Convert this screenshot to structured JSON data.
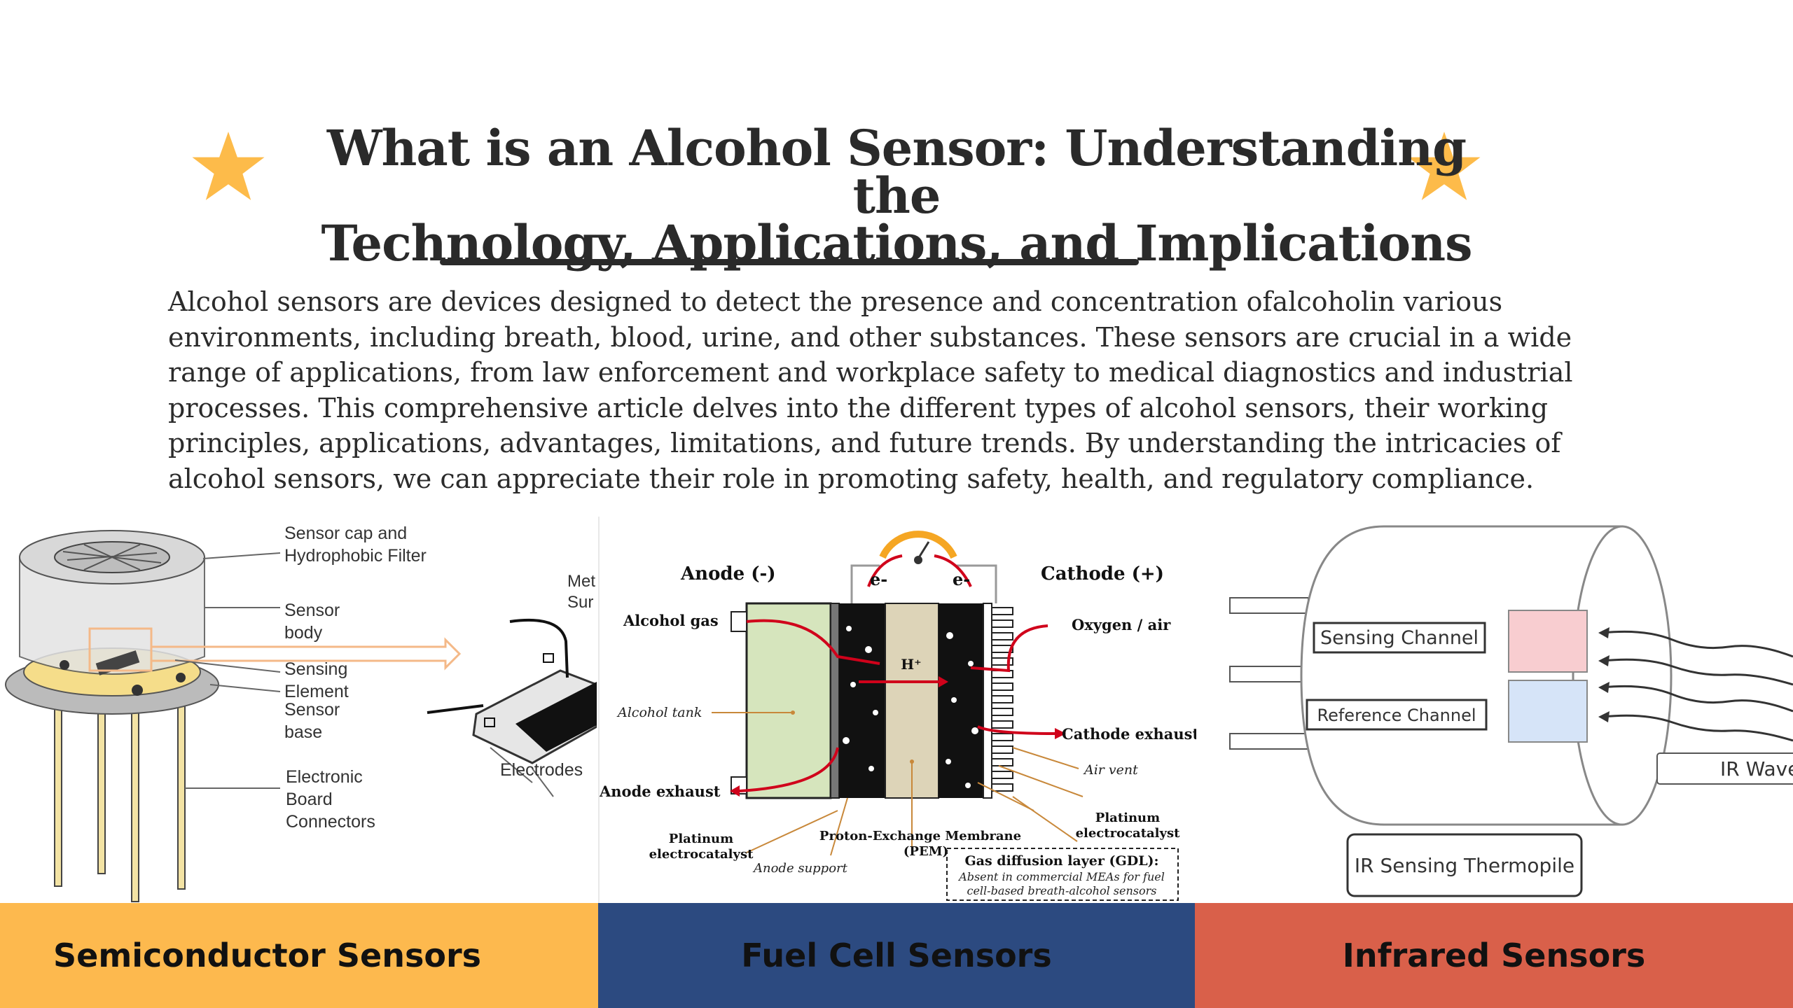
{
  "header": {
    "title_line1": "What is an Alcohol Sensor: Understanding the",
    "title_line2": "Technology, Applications, and Implications",
    "star_icon": "star-icon",
    "accent_color": "#fdbb4a"
  },
  "intro": {
    "text": "Alcohol sensors are devices designed to detect the presence and concentration ofalcoholin various environments, including breath, blood, urine, and other substances. These sensors are crucial in a wide range of applications, from law enforcement and workplace safety to medical diagnostics and industrial processes. This comprehensive article delves into the different types of alcohol sensors, their working principles, applications, advantages, limitations, and future trends. By understanding the intricacies of alcohol sensors, we can appreciate their role in promoting safety, health, and regulatory compliance."
  },
  "panels": {
    "semiconductor": {
      "cap_label_1": "Sensor cap and",
      "cap_label_2": "Hydrophobic Filter",
      "body_label_1": "Sensor",
      "body_label_2": "body",
      "element_label_1": "Sensing",
      "element_label_2": "Element",
      "base_label_1": "Sensor",
      "base_label_2": "base",
      "connector_label_1": "Electronic",
      "connector_label_2": "Board",
      "connector_label_3": "Connectors",
      "metal_label_1": "Met",
      "metal_label_2": "Sur",
      "electrodes_label": "Electrodes",
      "caption": "Semiconductor Sensors",
      "caption_color": "#fdb94e"
    },
    "fuel_cell": {
      "anode": "Anode (-)",
      "cathode": "Cathode (+)",
      "electron_left": "e-",
      "electron_right": "e-",
      "alcohol_gas": "Alcohol gas",
      "oxygen_air": "Oxygen / air",
      "proton": "H⁺",
      "alcohol_tank": "Alcohol tank",
      "cathode_exhaust": "Cathode exhaust",
      "air_vent": "Air vent",
      "anode_exhaust": "Anode exhaust",
      "platinum_left_1": "Platinum",
      "platinum_left_2": "electrocatalyst",
      "pem_1": "Proton-Exchange Membrane",
      "pem_2": "(PEM)",
      "platinum_right_1": "Platinum",
      "platinum_right_2": "electrocatalyst",
      "anode_support": "Anode support",
      "gdl_title": "Gas diffusion layer (GDL):",
      "gdl_note_1": "Absent in commercial MEAs for fuel",
      "gdl_note_2": "cell-based breath-alcohol sensors",
      "caption": "Fuel Cell Sensors",
      "caption_color": "#2c4a80"
    },
    "infrared": {
      "sensing_channel": "Sensing Channel",
      "reference_channel": "Reference Channel",
      "ir_wave": "IR Wave",
      "thermopile": "IR Sensing Thermopile",
      "caption": "Infrared Sensors",
      "caption_color": "#d9604a"
    }
  }
}
